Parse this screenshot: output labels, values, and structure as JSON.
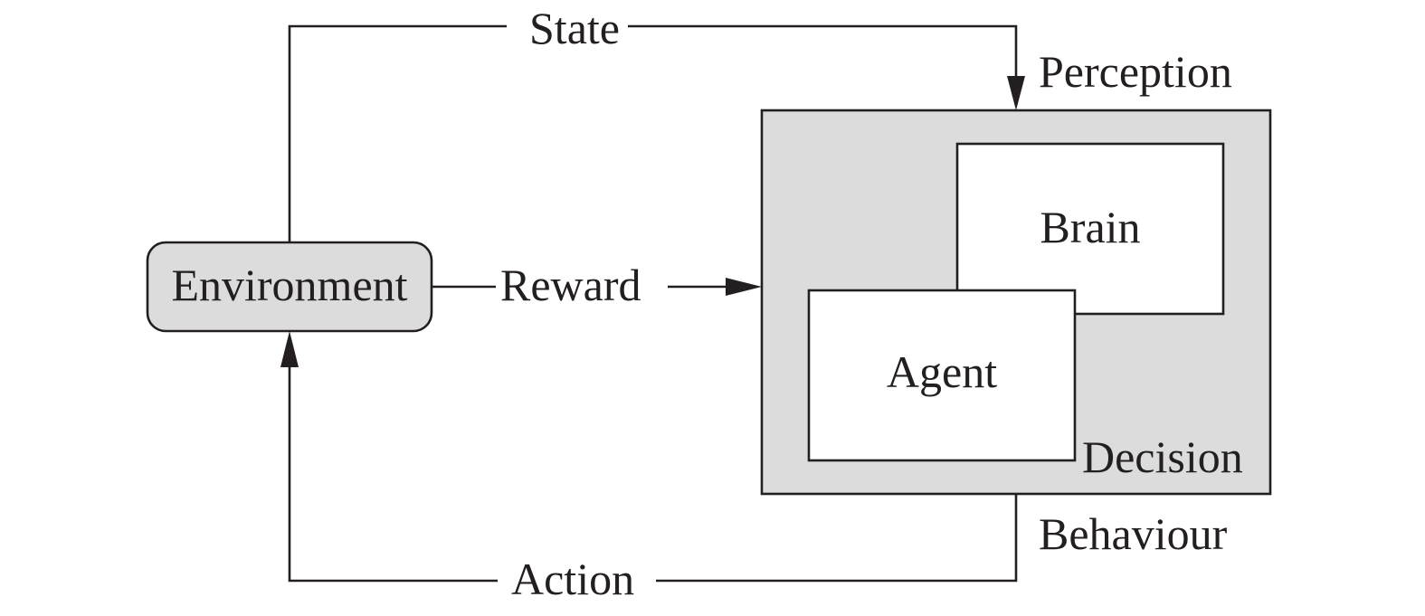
{
  "diagram": {
    "nodes": {
      "environment": "Environment",
      "brain": "Brain",
      "agent": "Agent",
      "decision": "Decision"
    },
    "edges": {
      "state": "State",
      "reward": "Reward",
      "action": "Action",
      "perception": "Perception",
      "behaviour": "Behaviour"
    },
    "colors": {
      "stroke": "#231f20",
      "fill_gray": "#dcdcdc",
      "fill_white": "#ffffff"
    }
  }
}
